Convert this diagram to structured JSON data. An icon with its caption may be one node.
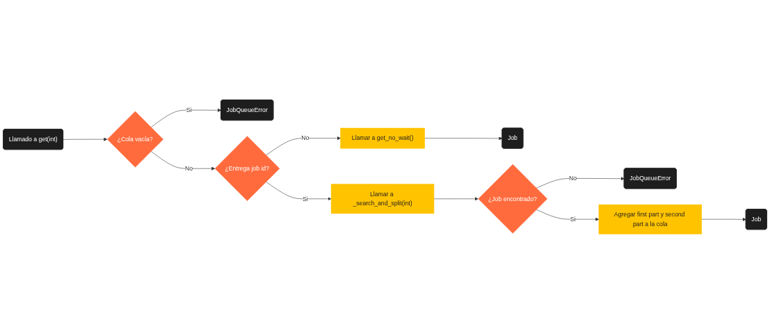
{
  "diagram": {
    "nodes": [
      {
        "text": [
          "Llamado a get(int)"
        ]
      },
      {
        "text": [
          "¿Cola vacía?"
        ]
      },
      {
        "text": [
          "JobQueueError"
        ]
      },
      {
        "text": [
          "¿Entrega job id?"
        ]
      },
      {
        "text": [
          "Llamar a _search_and_split(int)"
        ]
      },
      {
        "text": [
          "Llamar a get_no_wait()"
        ]
      },
      {
        "text": [
          "Job"
        ]
      },
      {
        "text": [
          "¿Job encontrado?"
        ]
      },
      {
        "text": [
          "JobQueueError"
        ]
      },
      {
        "text": [
          "Agregar first part y second part a la cola"
        ]
      },
      {
        "text": [
          "Job"
        ]
      }
    ],
    "edges": [
      {
        "from": 0,
        "to": 1,
        "arrow": "to"
      },
      {
        "from": 1,
        "to": 2,
        "label": "Si",
        "arrow": "to"
      },
      {
        "from": 1,
        "to": 3,
        "label": "No",
        "arrow": "to"
      },
      {
        "from": 3,
        "to": 4,
        "label": "Si",
        "arrow": "to"
      },
      {
        "from": 3,
        "to": 5,
        "label": "No",
        "arrow": "to"
      },
      {
        "from": 5,
        "to": 6,
        "arrow": "to"
      },
      {
        "from": 4,
        "to": 7,
        "arrow": "to"
      },
      {
        "from": 7,
        "to": 8,
        "label": "No",
        "arrow": "to"
      },
      {
        "from": 7,
        "to": 9,
        "label": "Si",
        "arrow": "to"
      },
      {
        "from": 9,
        "to": 10,
        "arrow": "to"
      }
    ]
  }
}
